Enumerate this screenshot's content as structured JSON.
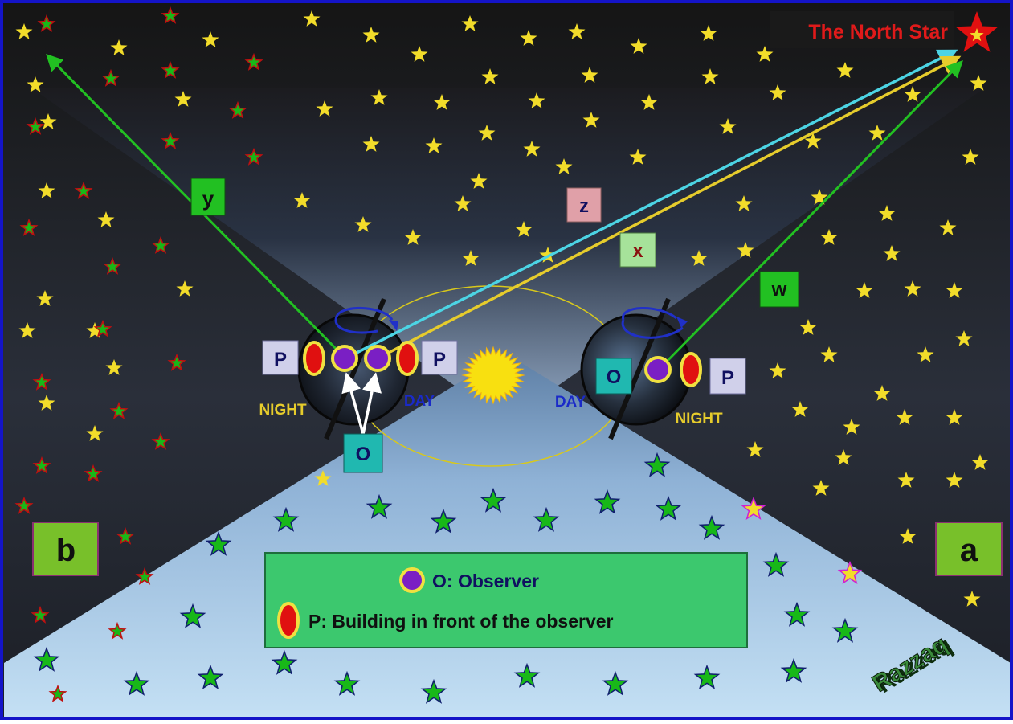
{
  "title": "The North Star",
  "labels": {
    "y": "y",
    "z": "z",
    "x": "x",
    "w": "w",
    "o": "O",
    "p": "P",
    "night": "NIGHT",
    "day": "DAY",
    "panel_b": "b",
    "panel_a": "a"
  },
  "legend": {
    "observer": "O: Observer",
    "building": "P: Building in front of the observer"
  },
  "watermark": "Razzaq",
  "colors": {
    "frame": "#1414c8",
    "sky_dark": "#1e1e1e",
    "sky_light": "#b4d6f0",
    "star_yellow": "#f2dc2a",
    "star_green": "#18b818",
    "star_red": "#c01010",
    "star_navy": "#101e6e",
    "line_green": "#22c022",
    "line_cyan": "#4cd4e4",
    "line_yellow": "#e6cc2c",
    "observer": "#7a1fc4",
    "building": "#e01010",
    "ring": "#f0e040",
    "sun": "#f8e010",
    "legend_bg": "#3cc86e"
  }
}
